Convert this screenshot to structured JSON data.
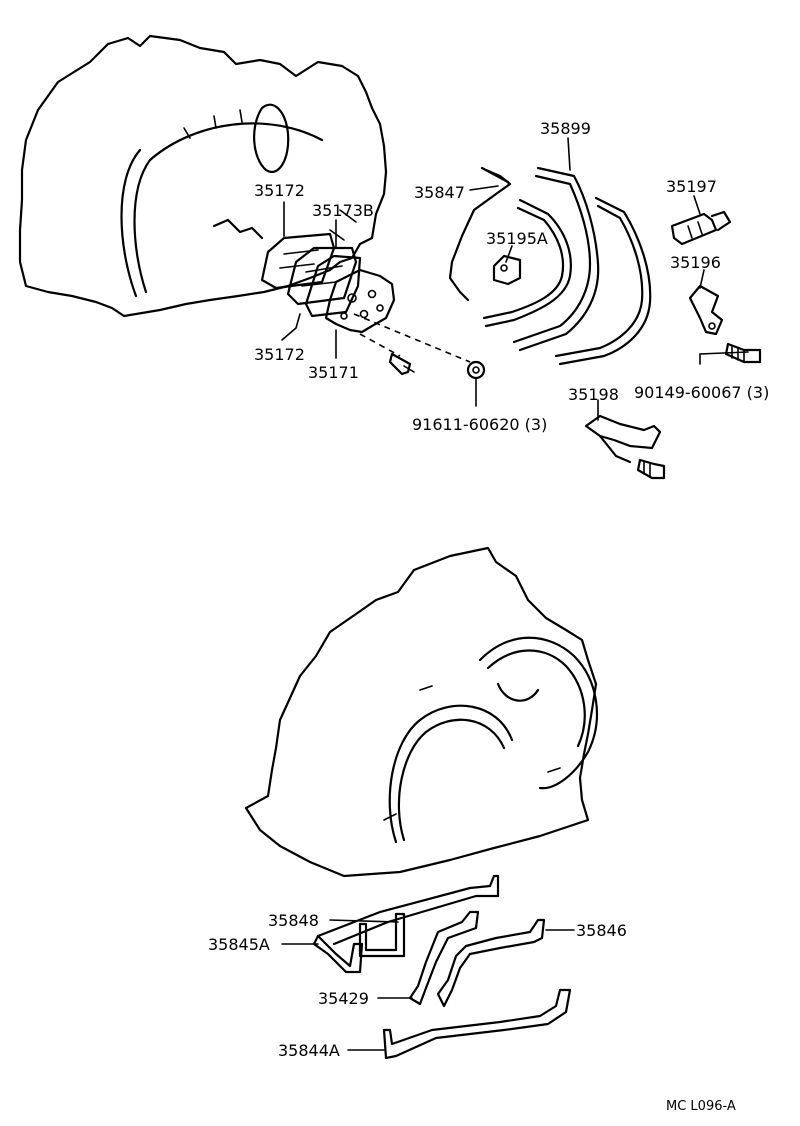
{
  "labels": {
    "p35172_top": "35172",
    "p35173b": "35173B",
    "p35172_bot": "35172",
    "p35171": "35171",
    "p91611": "91611-60620 (3)",
    "p35847": "35847",
    "p35899": "35899",
    "p35195a": "35195A",
    "p35197": "35197",
    "p35196": "35196",
    "p90149": "90149-60067 (3)",
    "p35198": "35198",
    "p35848": "35848",
    "p35845a": "35845A",
    "p35846": "35846",
    "p35429": "35429",
    "p35844a": "35844A",
    "diagram_code": "MC L096-A"
  }
}
